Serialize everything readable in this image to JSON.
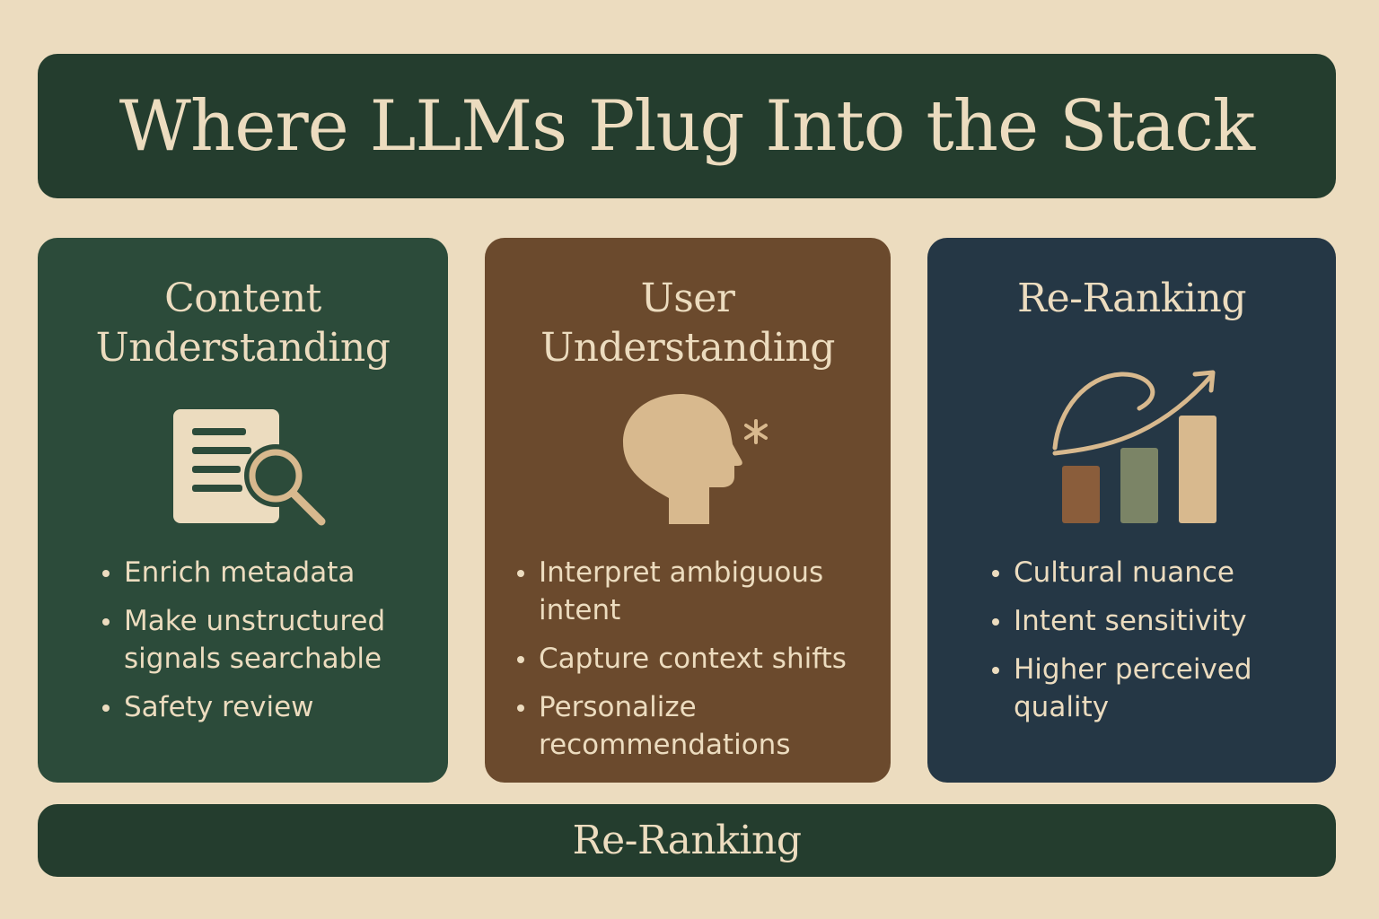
{
  "title": "Where LLMs Plug Into the Stack",
  "columns": [
    {
      "title_lines": [
        "Content",
        "Understanding"
      ],
      "icon": "document-search-icon",
      "bullets": [
        "Enrich metadata",
        "Make unstructured\nsignals searchable",
        "Safety review"
      ],
      "bullet_lines": [
        [
          "Enrich metadata"
        ],
        [
          "Make unstructured",
          "signals searchable"
        ],
        [
          "Safety review"
        ]
      ]
    },
    {
      "title_lines": [
        "User",
        "Understanding"
      ],
      "icon": "head-profile-icon",
      "bullet_lines": [
        [
          "Interpret ambiguous",
          "intent"
        ],
        [
          "Capture context shifts"
        ],
        [
          "Personalize",
          "recommendations"
        ]
      ]
    },
    {
      "title_lines": [
        "Re-Ranking"
      ],
      "icon": "bar-chart-trend-icon",
      "bullet_lines": [
        [
          "Cultural nuance"
        ],
        [
          "Intent sensitivity"
        ],
        [
          "Higher perceived",
          "quality"
        ]
      ]
    }
  ],
  "footer": "Re-Ranking",
  "colors": {
    "background": "#ecdcbf",
    "banner": "#243d2e",
    "content_card": "#2c4b3a",
    "user_card": "#6b4a2d",
    "rerank_card": "#253745",
    "icon_tan": "#d8b98e",
    "bar_brown": "#8a5d3b",
    "bar_green": "#7b8466"
  }
}
